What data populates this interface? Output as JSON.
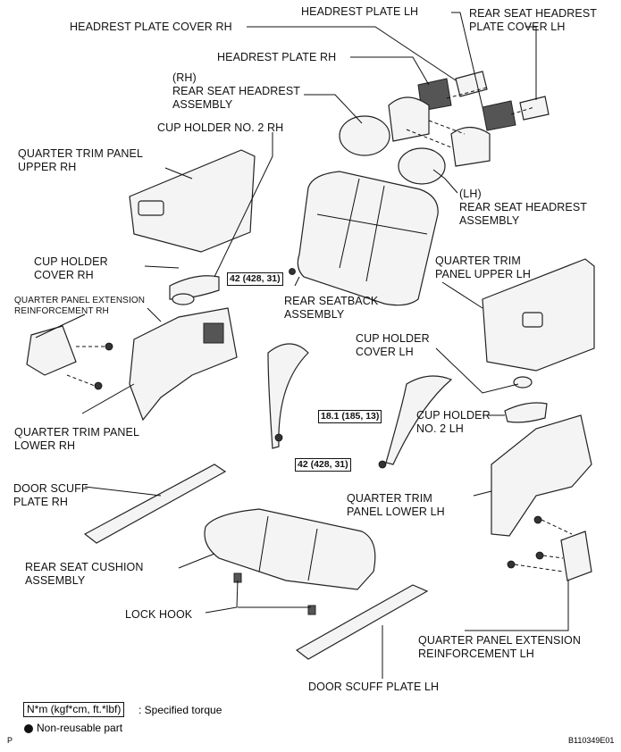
{
  "labels": {
    "headrest_plate_lh": "HEADREST PLATE LH",
    "headrest_plate_cover_rh": "HEADREST PLATE COVER RH",
    "rear_seat_headrest_plate_cover_lh": "REAR SEAT HEADREST\nPLATE COVER LH",
    "headrest_plate_rh": "HEADREST PLATE RH",
    "rear_seat_headrest_assembly_rh": "(RH)\nREAR SEAT HEADREST\nASSEMBLY",
    "cup_holder_no2_rh": "CUP HOLDER NO. 2 RH",
    "quarter_trim_panel_upper_rh": "QUARTER TRIM PANEL\nUPPER RH",
    "rear_seat_headrest_assembly_lh": "(LH)\nREAR SEAT HEADREST\nASSEMBLY",
    "cup_holder_cover_rh": "CUP HOLDER\nCOVER RH",
    "quarter_trim_panel_upper_lh": "QUARTER TRIM\nPANEL UPPER LH",
    "quarter_panel_extension_reinforcement_rh": "QUARTER PANEL EXTENSION\nREINFORCEMENT RH",
    "rear_seatback_assembly": "REAR SEATBACK\nASSEMBLY",
    "cup_holder_cover_lh": "CUP HOLDER\nCOVER LH",
    "cup_holder_no2_lh": "CUP HOLDER\nNO. 2 LH",
    "quarter_trim_panel_lower_rh": "QUARTER TRIM PANEL\nLOWER RH",
    "door_scuff_plate_rh": "DOOR SCUFF\nPLATE RH",
    "quarter_trim_panel_lower_lh": "QUARTER TRIM\nPANEL LOWER LH",
    "rear_seat_cushion_assembly": "REAR SEAT CUSHION\nASSEMBLY",
    "lock_hook": "LOCK HOOK",
    "quarter_panel_extension_reinforcement_lh": "QUARTER PANEL EXTENSION\nREINFORCEMENT LH",
    "door_scuff_plate_lh": "DOOR SCUFF PLATE LH"
  },
  "torques": {
    "seatback": "42 (428, 31)",
    "belt_upper": "18.1 (185, 13)",
    "belt_lower": "42 (428, 31)"
  },
  "legend": {
    "torque_box": "N*m (kgf*cm, ft.*lbf)",
    "torque_text": ": Specified torque",
    "nonreusable_text": "Non-reusable part"
  },
  "corner": {
    "page_code": "P",
    "figure_id": "B110349E01"
  }
}
